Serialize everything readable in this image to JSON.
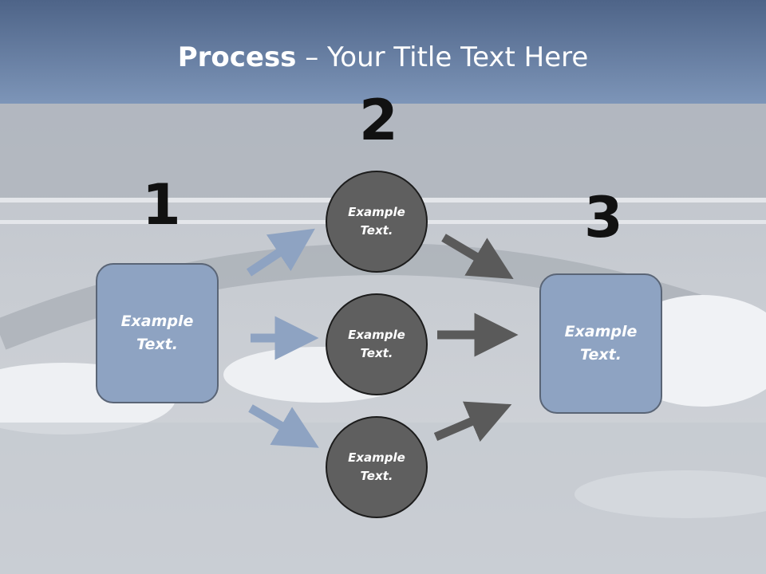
{
  "title": {
    "bold": "Process",
    "rest": " – Your Title Text Here"
  },
  "steps": {
    "one": "1",
    "two": "2",
    "three": "3"
  },
  "boxes": {
    "left": "Example Text.",
    "right": "Example Text."
  },
  "circles": {
    "top": "Example Text.",
    "middle": "Example Text.",
    "bottom": "Example Text."
  },
  "colors": {
    "box": "#8ea3c2",
    "circle": "#5f5f5f",
    "blue_arrow": "#8ea3c2",
    "dark_arrow": "#5a5a5a"
  }
}
